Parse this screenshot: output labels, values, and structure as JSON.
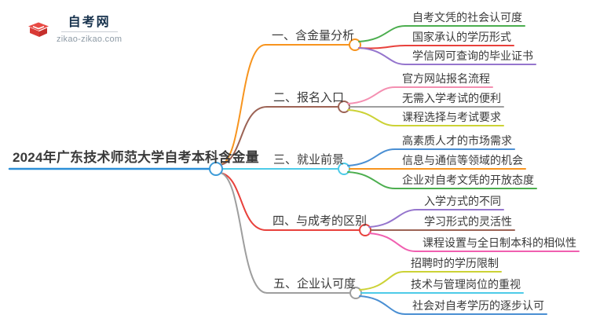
{
  "logo": {
    "icon": "graduation-cap-icon",
    "title": "自考网",
    "domain": "zikao-zikao.com",
    "crescent_color": "#1b6fb8",
    "cap_color": "#e0453f"
  },
  "central": {
    "label": "2024年广东技术师范大学自考本科含金量",
    "underline_color": "#2b8fd8",
    "hub_color": "#3d9bd8"
  },
  "branches": [
    {
      "label": "一、含金量分析",
      "color": "#f7941e",
      "children": [
        {
          "label": "自考文凭的社会认可度",
          "color": "#4cae4f"
        },
        {
          "label": "国家承认的学历形式",
          "color": "#e8413c"
        },
        {
          "label": "学信网可查询的毕业证书",
          "color": "#9575cd"
        }
      ]
    },
    {
      "label": "二、报名入口",
      "color": "#9c6355",
      "children": [
        {
          "label": "官方网站报名流程",
          "color": "#f48fb1"
        },
        {
          "label": "无需入学考试的便利",
          "color": "#9e9e9e"
        },
        {
          "label": "课程选择与考试要求",
          "color": "#ccd236"
        }
      ]
    },
    {
      "label": "三、就业前景",
      "color": "#4dcbe8",
      "children": [
        {
          "label": "高素质人才的市场需求",
          "color": "#4a8fd3"
        },
        {
          "label": "信息与通信等领域的机会",
          "color": "#f7941e"
        },
        {
          "label": "企业对自考文凭的开放态度",
          "color": "#4cae4f"
        }
      ]
    },
    {
      "label": "四、与成考的区别",
      "color": "#e8413c",
      "children": [
        {
          "label": "入学方式的不同",
          "color": "#9575cd"
        },
        {
          "label": "学习形式的灵活性",
          "color": "#9c6355"
        },
        {
          "label": "课程设置与全日制本科的相似性",
          "color": "#f05fb0"
        }
      ]
    },
    {
      "label": "五、企业认可度",
      "color": "#9e9e9e",
      "children": [
        {
          "label": "招聘时的学历限制",
          "color": "#ccd236"
        },
        {
          "label": "技术与管理岗位的重视",
          "color": "#4dcbe8"
        },
        {
          "label": "社会对自考学历的逐步认可",
          "color": "#4a8fd3"
        }
      ]
    }
  ]
}
